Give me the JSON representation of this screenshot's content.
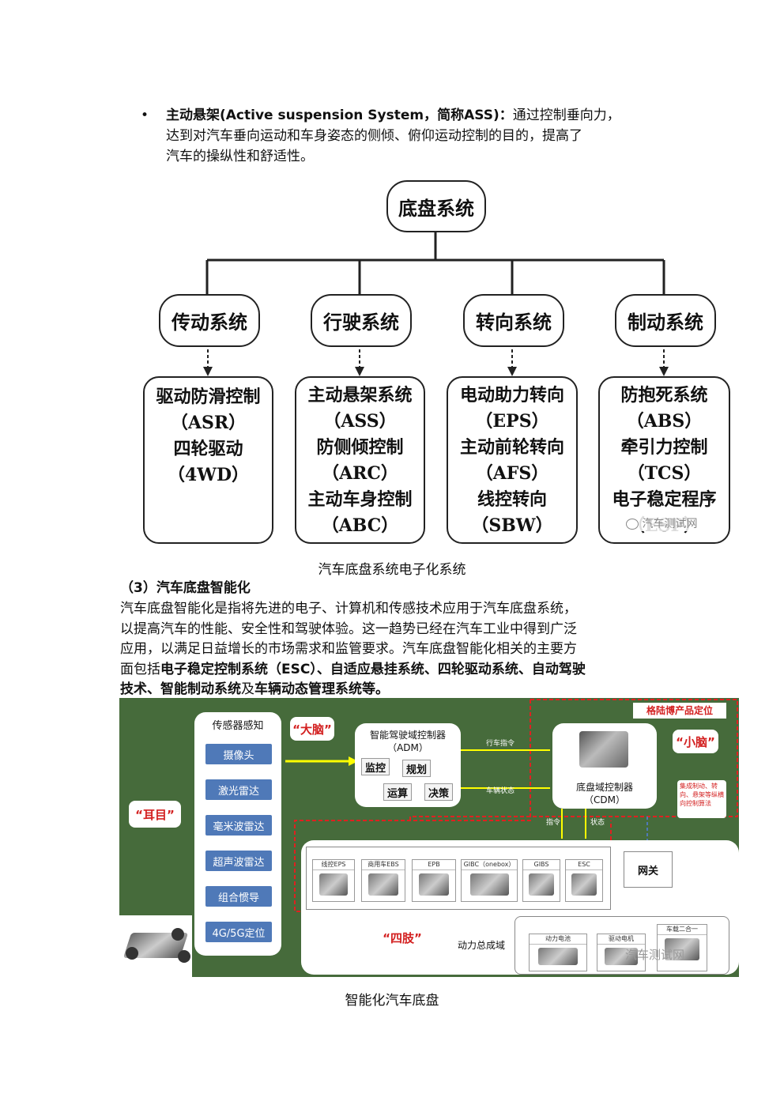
{
  "intro": {
    "bullet": "•",
    "bold_lead": "主动悬架(Active suspension System，简称ASS)：",
    "line1_rest": "通过控制垂向力，",
    "line2": "达到对汽车垂向运动和车身姿态的侧倾、俯仰运动控制的目的，提高了",
    "line3": "汽车的操纵性和舒适性。"
  },
  "tree": {
    "root": "底盘系统",
    "branches": [
      {
        "label": "传动系统",
        "items": [
          "驱动防滑控制",
          "（ASR）",
          "四轮驱动",
          "（4WD）"
        ]
      },
      {
        "label": "行驶系统",
        "items": [
          "主动悬架系统",
          "（ASS）",
          "防侧倾控制",
          "（ARC）",
          "主动车身控制",
          "（ABC）"
        ]
      },
      {
        "label": "转向系统",
        "items": [
          "电动助力转向",
          "（EPS）",
          "主动前轮转向",
          "（AFS）",
          "线控转向",
          "（SBW）"
        ]
      },
      {
        "label": "制动系统",
        "items": [
          "防抱死系统",
          "（ABS）",
          "牵引力控制",
          "（TCS）",
          "电子稳定程序",
          "（ESP）"
        ]
      }
    ],
    "watermark": "汽车测试网",
    "caption": "汽车底盘系统电子化系统"
  },
  "section": {
    "heading": "（3）汽车底盘智能化",
    "p1": "汽车底盘智能化是指将先进的电子、计算机和传感技术应用于汽车底盘系统，",
    "p2": "以提高汽车的性能、安全性和驾驶体验。这一趋势已经在汽车工业中得到广泛",
    "p3": "应用，以满足日益增长的市场需求和监管要求。汽车底盘智能化相关的主要方",
    "p4_plain": "面包括",
    "p4_bold": "电子稳定控制系统（ESC）、自适应悬挂系统、四轮驱动系统、自动驾驶",
    "p5_bold_a": "技术、智能制动系统",
    "p5_plain": "及",
    "p5_bold_b": "车辆动态管理系统等。"
  },
  "panel": {
    "sensor_title": "传感器感知",
    "sensors": [
      "摄像头",
      "激光雷达",
      "毫米波雷达",
      "超声波雷达",
      "组合惯导",
      "4G/5G定位"
    ],
    "ear_eye": "“耳目”",
    "brain": "“大脑”",
    "adm_title": "智能驾驶域控制器",
    "adm_sub": "（ADM）",
    "adm_chips": [
      "监控",
      "规划",
      "运算",
      "决策"
    ],
    "cmd1": "行车指令",
    "cmd2": "车辆状态",
    "product_tag": "格陆博产品定位",
    "cerebellum": "“小脑”",
    "cdm_title": "底盘域控制器",
    "cdm_sub": "（CDM）",
    "integration_note": "集成制动、转向、悬架等纵横向控制算法",
    "down_cmd": "指令",
    "down_state": "状态",
    "components": [
      "线控EPS",
      "商用车EBS",
      "EPB",
      "GIBC（onebox）",
      "GIBS",
      "ESC"
    ],
    "gateway": "网关",
    "limbs": "“四肢”",
    "powertrain": "动力总成域",
    "power_items": [
      "动力电池",
      "驱动电机",
      "车载二合一"
    ],
    "watermark": "汽车测试网",
    "caption": "智能化汽车底盘"
  }
}
